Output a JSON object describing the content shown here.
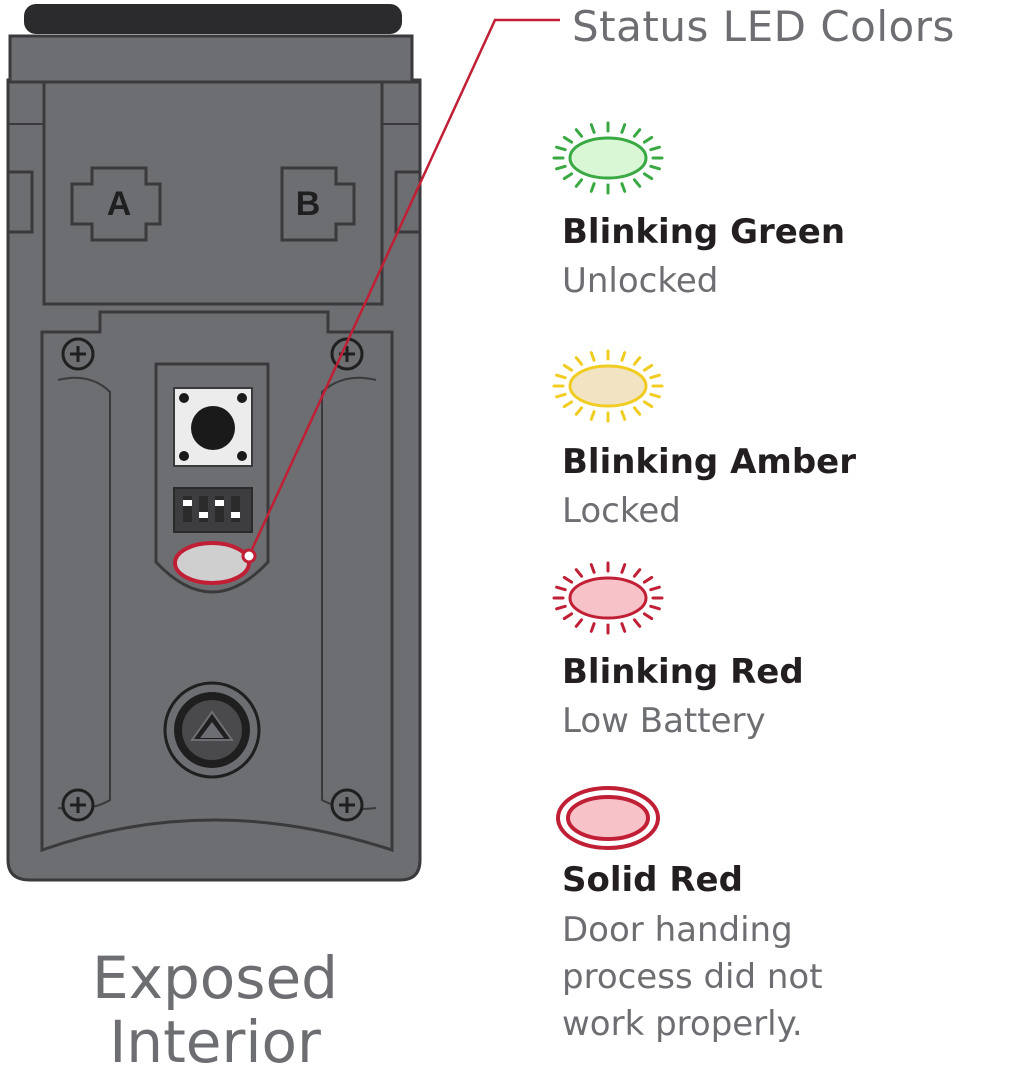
{
  "callout_title": "Status LED Colors",
  "caption_line1": "Exposed",
  "caption_line2": "Interior",
  "slot_a_label": "A",
  "slot_b_label": "B",
  "colors": {
    "body": "#6d6e71",
    "outline": "#3a3a3c",
    "callout_line": "#c01f35",
    "led_off_fill": "#cfcfcf"
  },
  "states": [
    {
      "name": "Blinking Green",
      "desc_lines": [
        "Unlocked"
      ],
      "stroke": "#3aa843",
      "fill": "#d9f7d4",
      "style": "blinking"
    },
    {
      "name": "Blinking Amber",
      "desc_lines": [
        "Locked"
      ],
      "stroke": "#f1cc21",
      "fill": "#f2e4c3",
      "style": "blinking"
    },
    {
      "name": "Blinking Red",
      "desc_lines": [
        "Low Battery"
      ],
      "stroke": "#c01f35",
      "fill": "#f7c2c8",
      "style": "blinking"
    },
    {
      "name": "Solid Red",
      "desc_lines": [
        "Door handing",
        "process did not",
        "work properly."
      ],
      "stroke": "#c01f35",
      "fill": "#f7c2c8",
      "style": "solid"
    }
  ]
}
